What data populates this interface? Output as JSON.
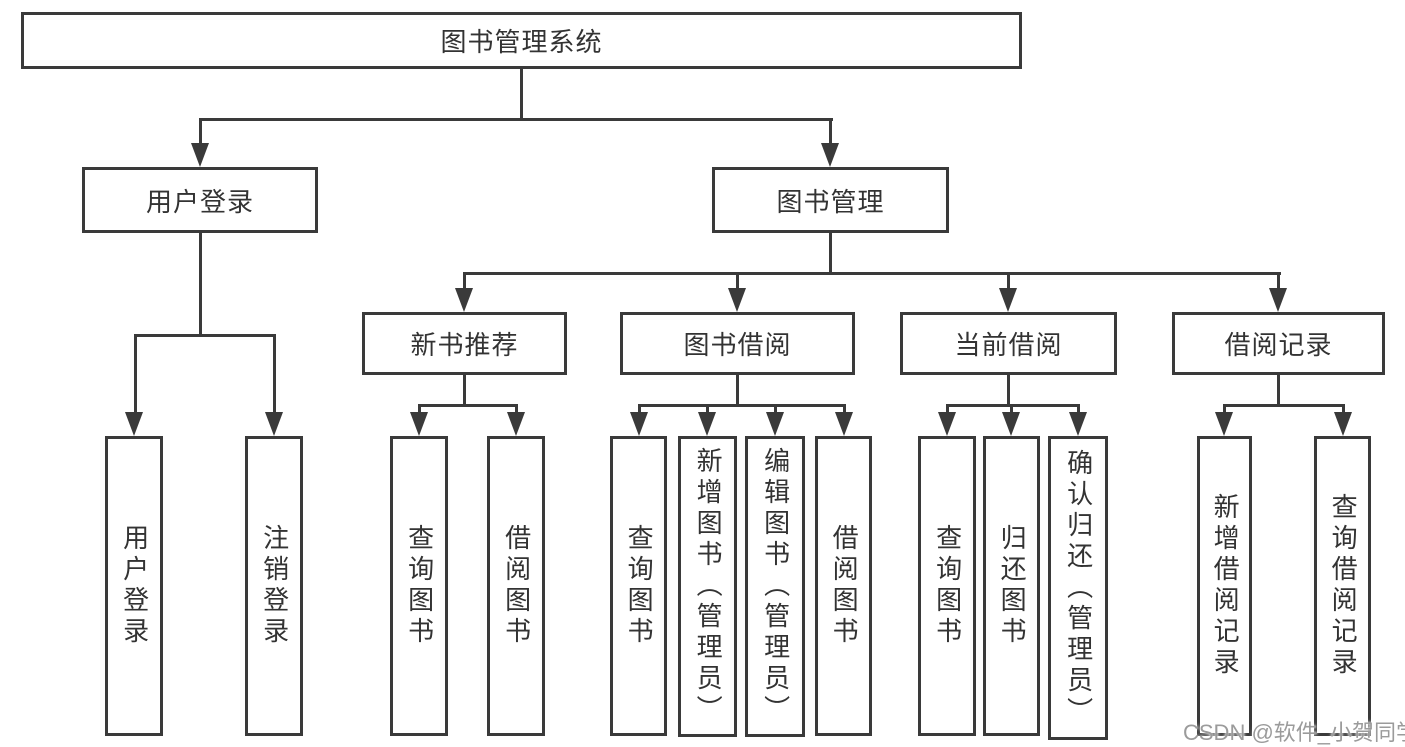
{
  "tree": {
    "root": {
      "label": "图书管理系统"
    },
    "branches": [
      {
        "label": "用户登录",
        "children": [
          "用户登录",
          "注销登录"
        ]
      },
      {
        "label": "图书管理",
        "groups": [
          {
            "label": "新书推荐",
            "children": [
              "查询图书",
              "借阅图书"
            ]
          },
          {
            "label": "图书借阅",
            "children": [
              "查询图书",
              "新增图书（管理员）",
              "编辑图书（管理员）",
              "借阅图书"
            ]
          },
          {
            "label": "当前借阅",
            "children": [
              "查询图书",
              "归还图书",
              "确认归还（管理员）"
            ]
          },
          {
            "label": "借阅记录",
            "children": [
              "新增借阅记录",
              "查询借阅记录"
            ]
          }
        ]
      }
    ]
  },
  "colors": {
    "line": "#3a3a3a",
    "text": "#333333",
    "watermark": "#9b9b9b",
    "background": "#ffffff"
  },
  "watermark": {
    "text": "CSDN @软件_小贺同学"
  }
}
